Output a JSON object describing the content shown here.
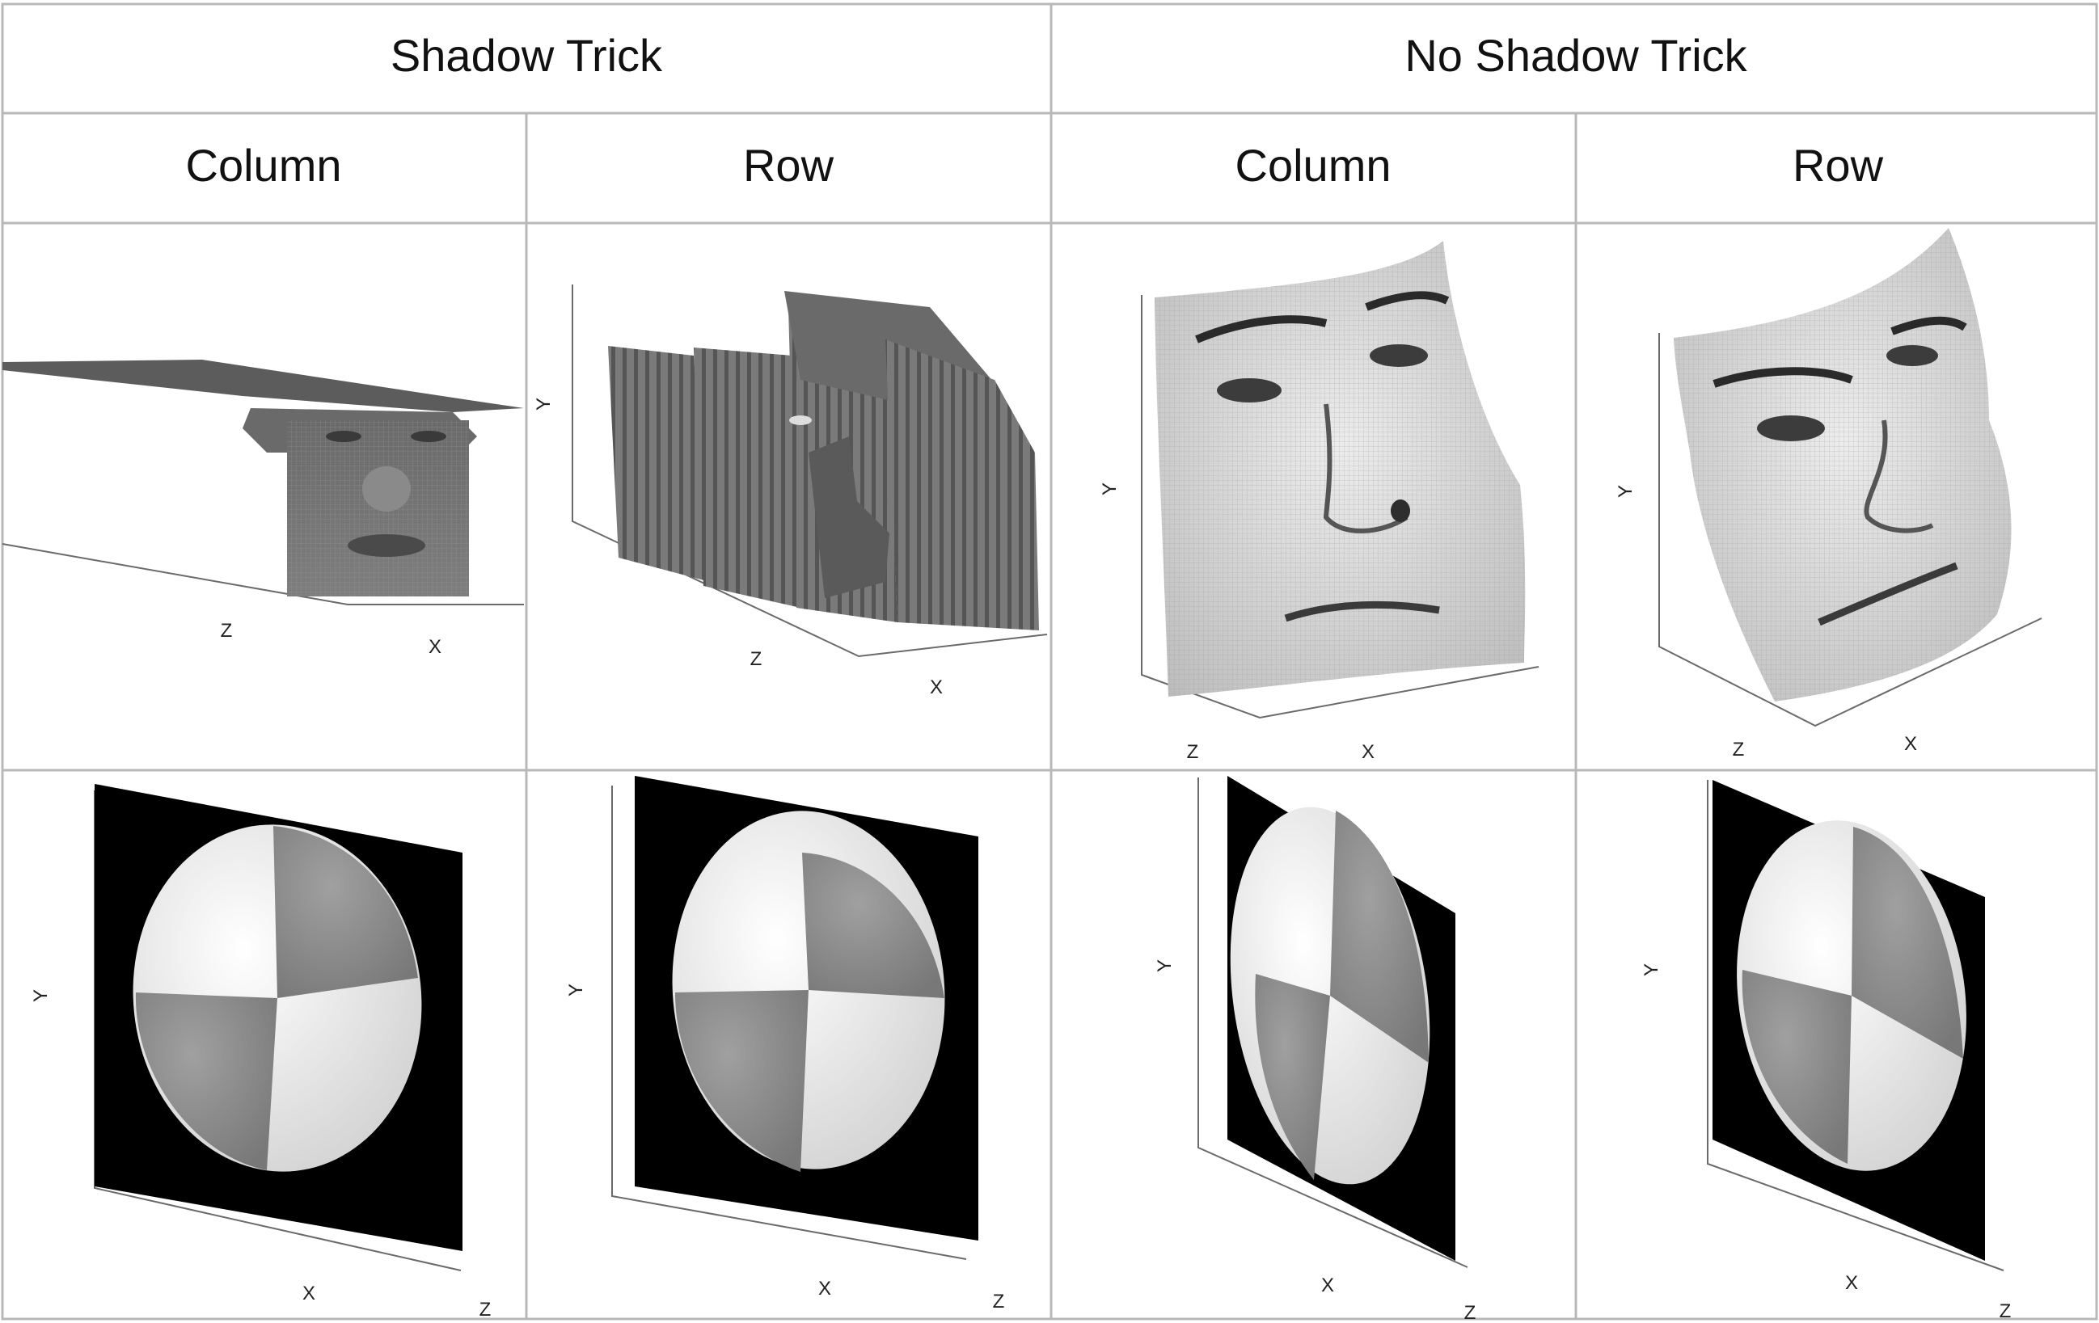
{
  "table": {
    "group_headers": [
      "Shadow Trick",
      "No Shadow Trick"
    ],
    "sub_headers": [
      "Column",
      "Row",
      "Column",
      "Row"
    ]
  },
  "axis_labels": {
    "x": "X",
    "y": "Y",
    "z": "Z"
  },
  "render_colors": {
    "background": "#ffffff",
    "grid_line": "#b8b8b8",
    "sphere_light": "#f4f4f4",
    "sphere_dark": "#8c8c8c",
    "backdrop": "#000000",
    "face_surface_dark": "#6e6e6e",
    "face_surface_light": "#dedede"
  }
}
